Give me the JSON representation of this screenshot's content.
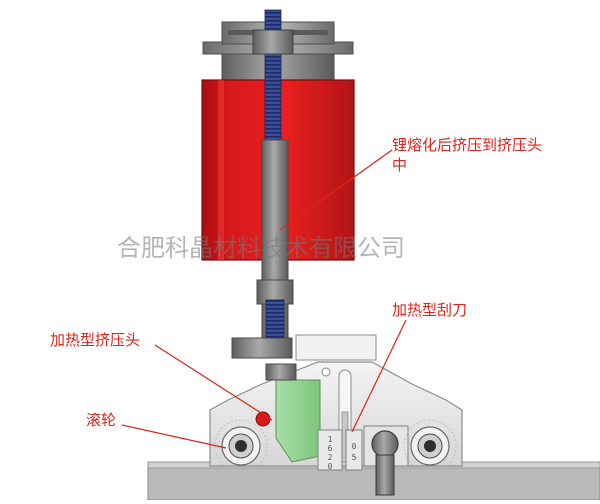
{
  "labels": {
    "melt_to_head": "锂熔化后挤压到挤压头中",
    "heated_scraper": "加热型刮刀",
    "heated_extrusion_head": "加热型挤压头",
    "roller": "滚轮"
  },
  "watermark": "合肥科晶材料技术有限公司",
  "gauge_digits": {
    "left_column": [
      "1",
      "6",
      "2",
      "0"
    ],
    "right_column": [
      "0",
      "5"
    ]
  },
  "colors": {
    "cylinder_red": "#d8181b",
    "callout_red": "#e0231c",
    "head_green": "#8fd18f",
    "steel": "#8c8c8c",
    "thread_blue": "#2a3e8c"
  }
}
